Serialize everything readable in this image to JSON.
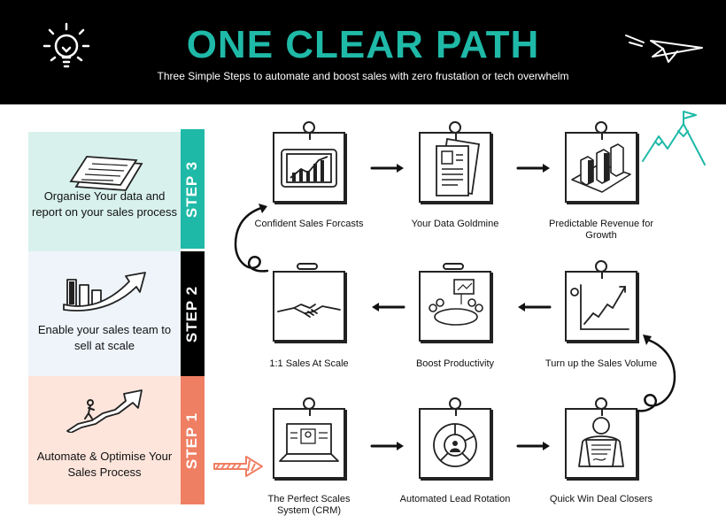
{
  "header": {
    "title": "ONE CLEAR PATH",
    "subtitle": "Three Simple Steps to automate and boost sales with zero frustation or tech overwhelm"
  },
  "colors": {
    "accent": "#1fb9a7",
    "step1": "#ef7f63",
    "step2": "#000000",
    "step3": "#1fb9a7"
  },
  "steps": [
    {
      "badge": "STEP 3",
      "description": "Organise Your data and report on your sales process",
      "icon": "documents-icon"
    },
    {
      "badge": "STEP 2",
      "description": "Enable your sales team to sell at scale",
      "icon": "bar-growth-icon"
    },
    {
      "badge": "STEP 1",
      "description": "Automate & Optimise Your Sales Process",
      "icon": "stairs-climb-icon"
    }
  ],
  "flow": {
    "row3": [
      {
        "label": "Confident Sales Forcasts",
        "icon": "tablet-chart-icon"
      },
      {
        "label": "Your Data Goldmine",
        "icon": "profile-document-icon"
      },
      {
        "label": "Predictable Revenue for Growth",
        "icon": "isometric-bars-icon"
      }
    ],
    "row2": [
      {
        "label": "1:1 Sales At Scale",
        "icon": "handshake-icon"
      },
      {
        "label": "Boost Productivity",
        "icon": "meeting-table-icon"
      },
      {
        "label": "Turn up the Sales Volume",
        "icon": "rising-chart-icon"
      }
    ],
    "row1": [
      {
        "label": "The Perfect Scales System (CRM)",
        "icon": "laptop-icon"
      },
      {
        "label": "Automated Lead Rotation",
        "icon": "donut-chart-icon"
      },
      {
        "label": "Quick Win Deal Closers",
        "icon": "signed-contract-icon"
      }
    ]
  }
}
